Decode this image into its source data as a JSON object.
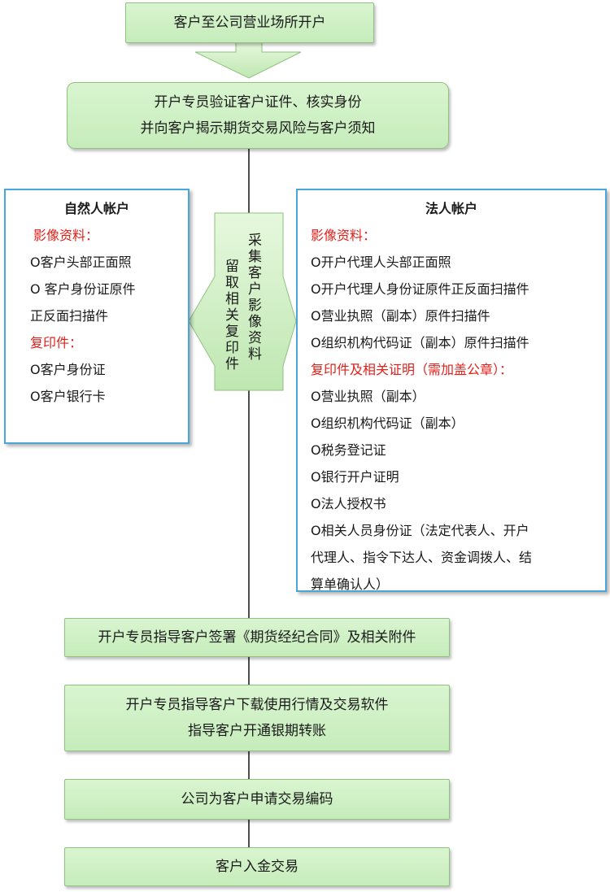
{
  "steps": [
    {
      "lines": [
        "客户至公司营业场所开户"
      ]
    },
    {
      "lines": [
        "开户专员验证客户证件、核实身份",
        "并向客户揭示期货交易风险与客户须知"
      ]
    },
    {
      "lines": [
        "开户专员指导客户签署《期货经纪合同》及相关附件"
      ]
    },
    {
      "lines": [
        "开户专员指导客户下载使用行情及交易软件",
        "指导客户开通银期转账"
      ]
    },
    {
      "lines": [
        "公司为客户申请交易编码"
      ]
    },
    {
      "lines": [
        "客户入金交易"
      ]
    }
  ],
  "center_arrow": {
    "col1": "采集客户影像资料",
    "col2": "留取相关复印件"
  },
  "natural_person": {
    "title": "自然人帐户",
    "image_heading": "影像资料：",
    "image_items": [
      "O客户头部正面照",
      "O 客户身份证原件",
      "正反面扫描件"
    ],
    "copy_heading": "复印件：",
    "copy_items": [
      "O客户身份证",
      "O客户银行卡"
    ]
  },
  "legal_person": {
    "title": "法人帐户",
    "image_heading": "影像资料：",
    "image_items": [
      "O开户代理人头部正面照",
      "O开户代理人身份证原件正反面扫描件",
      "O营业执照（副本）原件扫描件",
      "O组织机构代码证（副本）原件扫描件"
    ],
    "copy_heading": "复印件及相关证明（需加盖公章）：",
    "copy_items": [
      "O营业执照（副本）",
      "O组织机构代码证（副本）",
      "O税务登记证",
      "O银行开户证明",
      "O法人授权书",
      "O相关人员身份证（法定代表人、开户",
      "代理人、指令下达人、资金调拨人、结",
      "算单确认人）"
    ]
  },
  "colors": {
    "box_fill": "#c6ecbb",
    "panel_border": "#4aa5d8",
    "heading_red": "#e0201a"
  }
}
